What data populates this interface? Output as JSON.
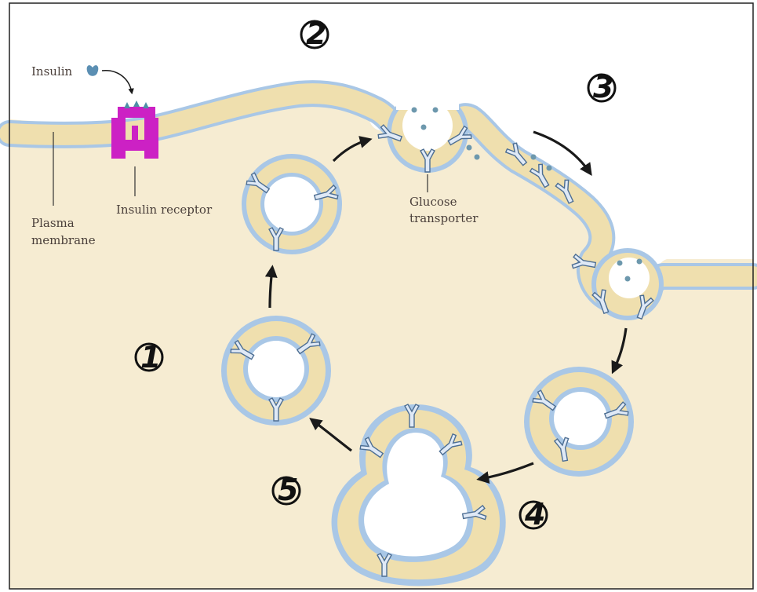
{
  "labels": {
    "insulin": "Insulin",
    "insulin_receptor": "Insulin receptor",
    "plasma_membrane_line1": "Plasma",
    "plasma_membrane_line2": "membrane",
    "glucose_transporter_line1": "Glucose",
    "glucose_transporter_line2": "transporter"
  },
  "steps": [
    "1",
    "2",
    "3",
    "4",
    "5"
  ],
  "colors": {
    "cytoplasm": "#f6ecd2",
    "membrane_core": "#efdfae",
    "membrane_edge": "#a9c7e6",
    "vesicle_lumen": "#ffffff",
    "transporter_fill": "#dfe9f6",
    "transporter_stroke": "#4d6e93",
    "glucose": "#6d98ad",
    "receptor": "#cc21c4",
    "arrow": "#1a1a1a",
    "frame": "#222222"
  }
}
